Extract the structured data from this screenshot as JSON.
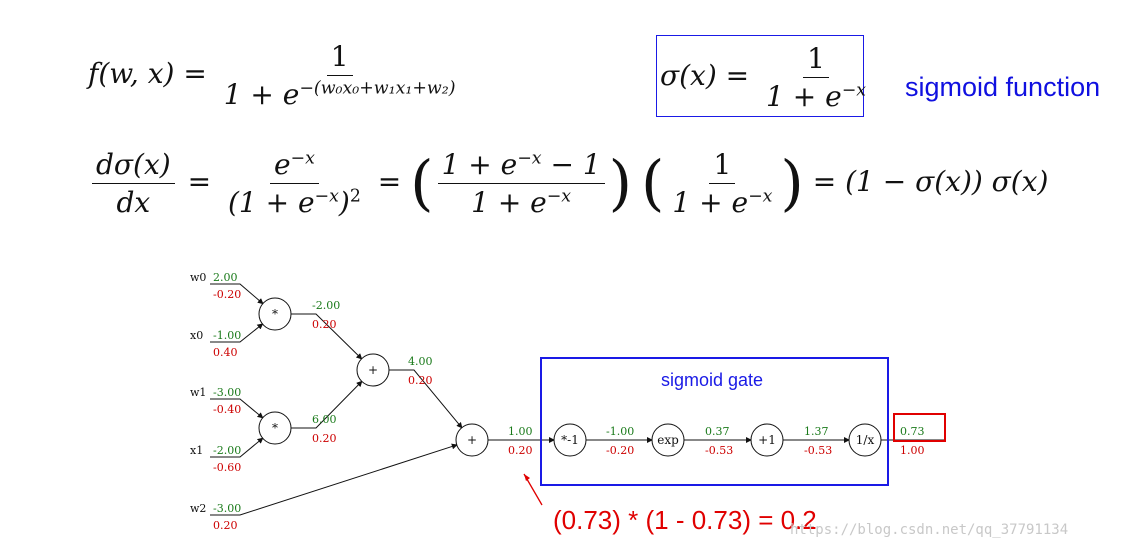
{
  "equations": {
    "f_lhs": "f(w, x) =",
    "f_num": "1",
    "f_den_pre": "1 + e",
    "f_den_exp": "−(w₀x₀+w₁x₁+w₂)",
    "sigma_lhs": "σ(x) =",
    "sigma_num": "1",
    "sigma_den_pre": "1 + e",
    "sigma_den_exp": "−x",
    "sigmoid_label": "sigmoid function",
    "d_num": "dσ(x)",
    "d_den": "dx",
    "d_eq1": "=",
    "t1_num_pre": "e",
    "t1_num_exp": "−x",
    "t1_den_pre": "(1 + e",
    "t1_den_exp": "−x",
    "t1_den_post": ")",
    "t1_den_sq": "2",
    "d_eq2": "=",
    "t2_num_pre": "1 + e",
    "t2_num_exp": "−x",
    "t2_num_post": " − 1",
    "t2_den_pre": "1 + e",
    "t2_den_exp": "−x",
    "t3_num": "1",
    "t3_den_pre": "1 + e",
    "t3_den_exp": "−x",
    "d_eq3": "=",
    "result": "(1 − σ(x)) σ(x)"
  },
  "graph": {
    "inputs": [
      {
        "name": "w0",
        "forward": "2.00",
        "grad": "-0.20"
      },
      {
        "name": "x0",
        "forward": "-1.00",
        "grad": "0.40"
      },
      {
        "name": "w1",
        "forward": "-3.00",
        "grad": "-0.40"
      },
      {
        "name": "x1",
        "forward": "-2.00",
        "grad": "-0.60"
      },
      {
        "name": "w2",
        "forward": "-3.00",
        "grad": "0.20"
      }
    ],
    "nodes": [
      {
        "label": "*"
      },
      {
        "label": "*"
      },
      {
        "label": "+"
      },
      {
        "label": "+"
      },
      {
        "label": "*-1"
      },
      {
        "label": "exp"
      },
      {
        "label": "+1"
      },
      {
        "label": "1/x"
      }
    ],
    "edges": [
      {
        "forward": "-2.00",
        "grad": "0.20"
      },
      {
        "forward": "6.00",
        "grad": "0.20"
      },
      {
        "forward": "4.00",
        "grad": "0.20"
      },
      {
        "forward": "1.00",
        "grad": "0.20"
      },
      {
        "forward": "-1.00",
        "grad": "-0.20"
      },
      {
        "forward": "0.37",
        "grad": "-0.53"
      },
      {
        "forward": "1.37",
        "grad": "-0.53"
      },
      {
        "forward": "0.73",
        "grad": "1.00"
      }
    ],
    "sigmoid_gate_label": "sigmoid gate",
    "forward_color": "#1a7a1a",
    "grad_color": "#cc0000",
    "gate_box_color": "#1a1ae6",
    "output_box_color": "#e00000"
  },
  "annotation": "(0.73) * (1 - 0.73) = 0.2",
  "watermark": "https://blog.csdn.net/qq_37791134"
}
